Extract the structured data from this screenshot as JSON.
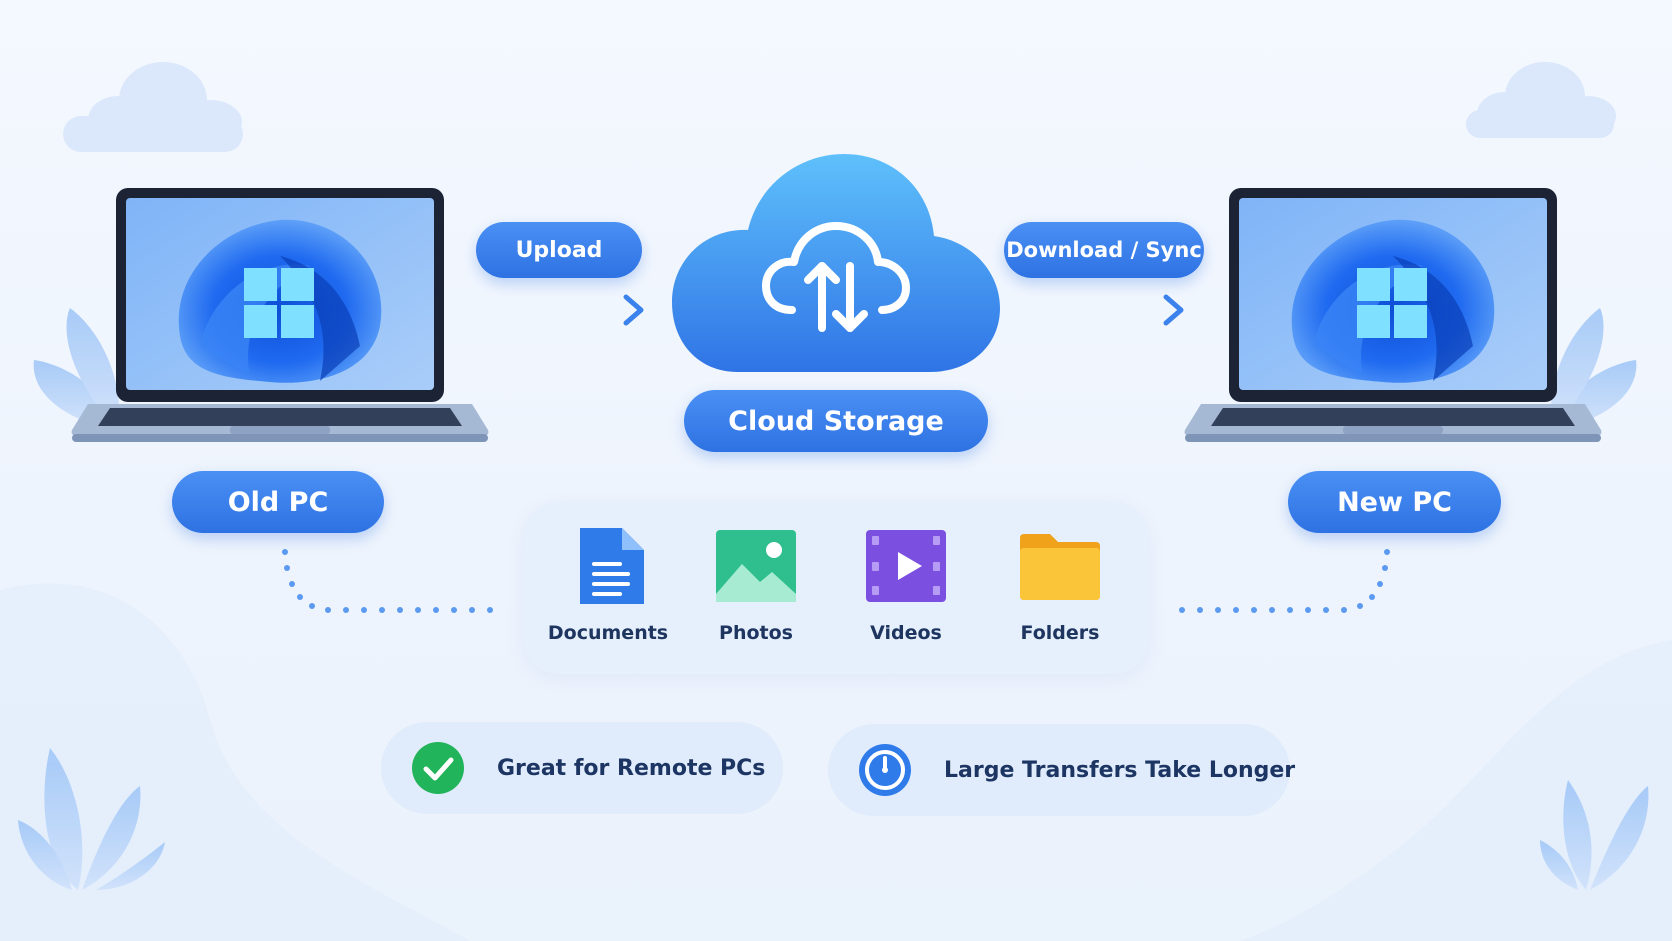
{
  "source_device": {
    "label": "Old PC"
  },
  "target_device": {
    "label": "New PC"
  },
  "cloud": {
    "label": "Cloud Storage",
    "icon": "cloud-sync-icon"
  },
  "flows": {
    "upload_label": "Upload",
    "download_label": "Download / Sync"
  },
  "file_types": [
    {
      "label": "Documents",
      "icon": "document-icon",
      "color": "#2f7bea"
    },
    {
      "label": "Photos",
      "icon": "photo-icon",
      "color": "#2fbf8f"
    },
    {
      "label": "Videos",
      "icon": "video-icon",
      "color": "#7b4fe0"
    },
    {
      "label": "Folders",
      "icon": "folder-icon",
      "color": "#f5b522"
    }
  ],
  "features": [
    {
      "label": "Great for Remote PCs",
      "icon": "check-circle-icon",
      "color": "#22b45a"
    },
    {
      "label": "Large Transfers Take Longer",
      "icon": "clock-icon",
      "color": "#2f7bea"
    }
  ],
  "colors": {
    "accent": "#2e72e3",
    "background": "#f1f6fe",
    "text": "#1c3563"
  }
}
